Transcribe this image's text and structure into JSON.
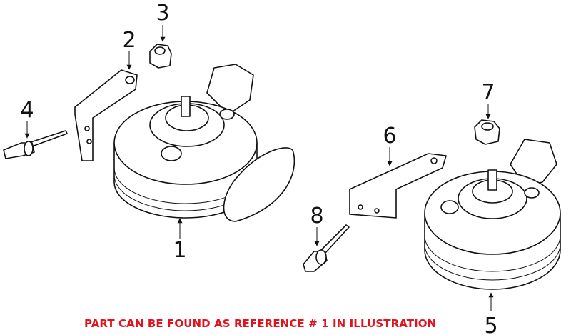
{
  "callouts": [
    "1",
    "2",
    "3",
    "4",
    "5",
    "6",
    "7",
    "8"
  ],
  "note": "PART CAN BE FOUND AS REFERENCE # 1 IN ILLUSTRATION",
  "colors": {
    "note": "#e0141e",
    "lines": "#111111"
  }
}
